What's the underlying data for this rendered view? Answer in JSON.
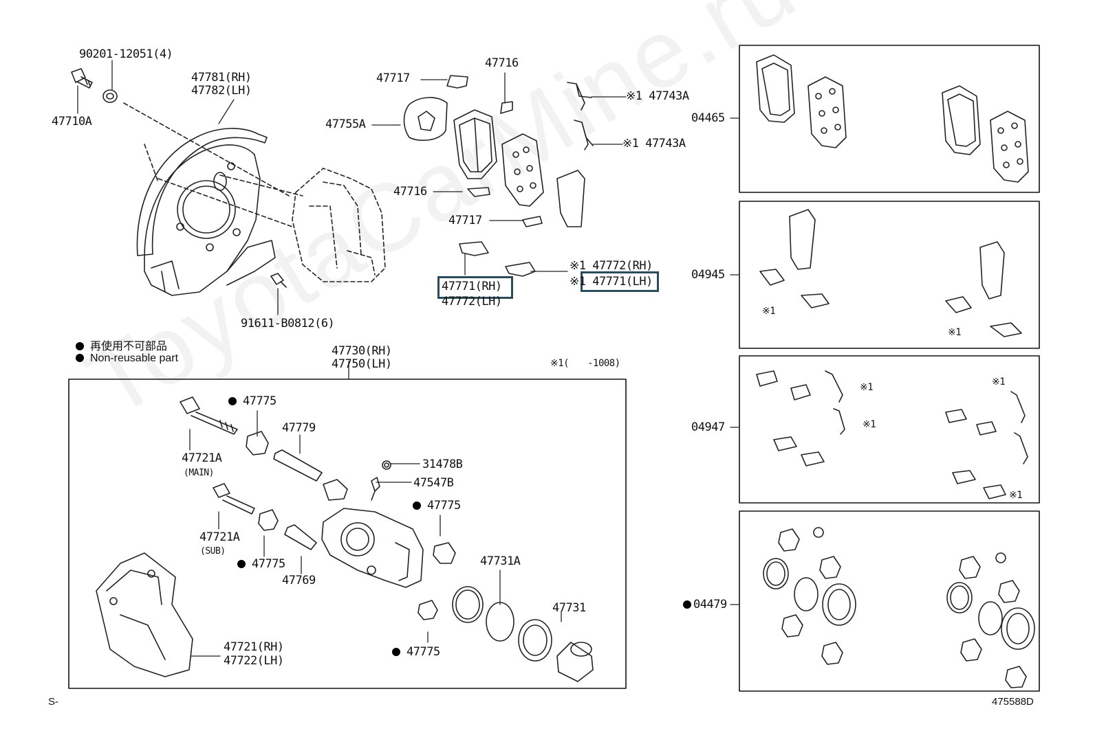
{
  "watermark": "ToyotaCarMine.ru",
  "legend": {
    "jp": "再使用不可部品",
    "en": "Non-reusable part"
  },
  "note_range": "※1(　　-1008)",
  "footer_left": "S-",
  "footer_right": "475588D",
  "labels": {
    "p90201": "90201-12051(4)",
    "p47710A": "47710A",
    "p47781": "47781(RH)",
    "p47782": "47782(LH)",
    "p91611": "91611-B0812(6)",
    "p47717a": "47717",
    "p47716a": "47716",
    "p47755A": "47755A",
    "p47716b": "47716",
    "p47717b": "47717",
    "p47743A1": "※1 47743A",
    "p47743A2": "※1 47743A",
    "p47772rh": "※1 47772(RH)",
    "p47771lh": "※1 47771(LH)",
    "p47771rh": "47771(RH)",
    "p47772lh": "47772(LH)",
    "p47730": "47730(RH)",
    "p47750": "47750(LH)",
    "p47775a": "47775",
    "p47779": "47779",
    "p47721Amain": "47721A",
    "main": "(MAIN)",
    "p31478B": "31478B",
    "p47547B": "47547B",
    "p47775b": "47775",
    "p47721Asub": "47721A",
    "sub": "(SUB)",
    "p47775c": "47775",
    "p47769": "47769",
    "p47731A": "47731A",
    "p47731": "47731",
    "p47721": "47721(RH)",
    "p47722": "47722(LH)",
    "p47775d": "47775",
    "k04465": "04465",
    "k04945": "04945",
    "k04947": "04947",
    "k04479": "04479",
    "n1a": "※1",
    "n1b": "※1",
    "n1c": "※1",
    "n1d": "※1",
    "n1e": "※1",
    "n1f": "※1"
  },
  "highlight_color": "#2b4a5a"
}
